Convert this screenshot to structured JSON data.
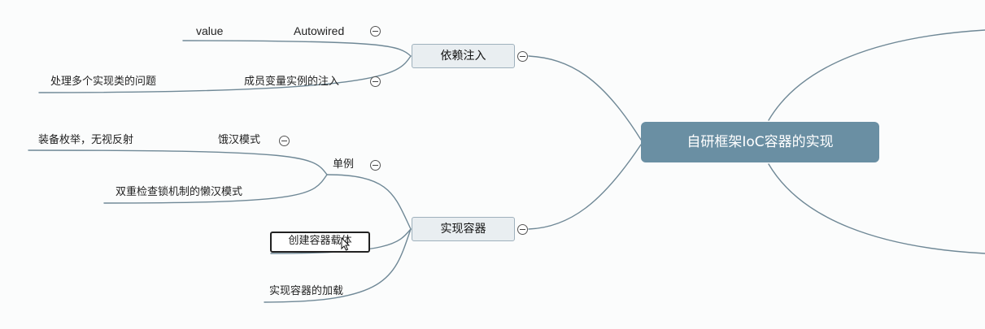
{
  "central_topic": "自研框架IoC容器的实现",
  "branches": {
    "di": {
      "label": "依赖注入",
      "autowired": "Autowired",
      "value": "value",
      "member_injection": "成员变量实例的注入",
      "multi_impl": "处理多个实现类的问题"
    },
    "container": {
      "label": "实现容器",
      "singleton": "单例",
      "eager": "饿汉模式",
      "enum_note": "装备枚举，无视反射",
      "lazy_dcl": "双重检查锁机制的懒汉模式",
      "create_carrier": "创建容器载体",
      "load": "实现容器的加载"
    }
  },
  "colors": {
    "line": "#6f8896",
    "root_fill": "#6a8fa3",
    "node_fill": "#e9eef1"
  },
  "icons": [
    "collapse-icon",
    "mouse-cursor-icon"
  ]
}
